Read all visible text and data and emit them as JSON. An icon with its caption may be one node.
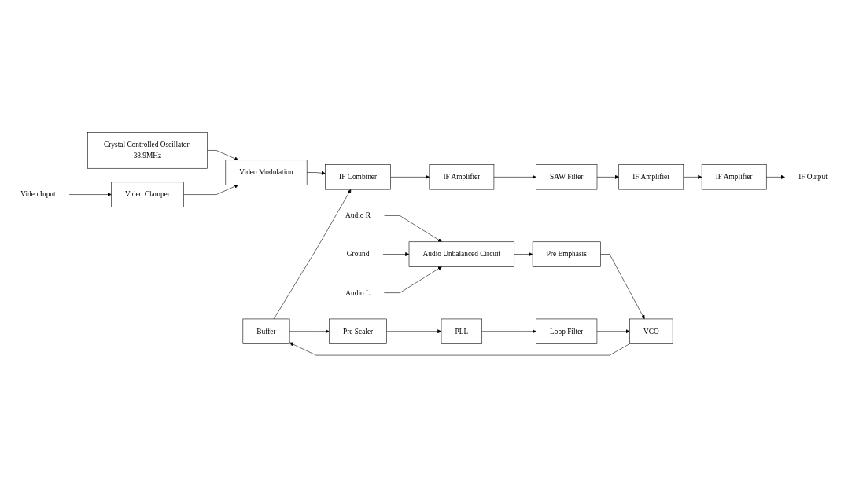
{
  "diagram": {
    "nodes": [
      {
        "text": [
          "Video Input"
        ]
      },
      {
        "text": [
          "Crystal Controlled Oscillator 38.9MHz"
        ]
      },
      {
        "text": [
          "Video Clamper"
        ]
      },
      {
        "text": [
          "Video Modulation"
        ]
      },
      {
        "text": [
          "IF Combiner"
        ]
      },
      {
        "text": [
          "IF Amplifier"
        ]
      },
      {
        "text": [
          "Buffer"
        ]
      },
      {
        "text": [
          "Audio R"
        ]
      },
      {
        "text": [
          "Ground"
        ]
      },
      {
        "text": [
          "Audio L"
        ]
      },
      {
        "text": [
          "Audio Unbalanced Circuit"
        ]
      },
      {
        "text": [
          "Pre Emphasis"
        ]
      },
      {
        "text": [
          "VCO"
        ]
      },
      {
        "text": [
          "Pre Scaler"
        ]
      },
      {
        "text": [
          "Loop Filter"
        ]
      },
      {
        "text": [
          "PLL"
        ]
      },
      {
        "text": [
          "IF Output"
        ]
      },
      {
        "text": [
          "IF Amplifier"
        ]
      },
      {
        "text": [
          "IF Amplifier"
        ]
      },
      {
        "text": [
          "SAW Filter"
        ]
      }
    ],
    "edges": [
      {
        "from": 0,
        "to": 2,
        "arrow": "to"
      },
      {
        "from": 1,
        "to": 3,
        "arrow": "to"
      },
      {
        "from": 2,
        "to": 3,
        "arrow": "to"
      },
      {
        "from": 3,
        "to": 4,
        "arrow": "to"
      },
      {
        "from": 4,
        "to": 5,
        "arrow": "to"
      },
      {
        "from": 6,
        "to": 4,
        "arrow": "to"
      },
      {
        "from": 5,
        "to": 19,
        "arrow": "to"
      },
      {
        "from": 7,
        "to": 10,
        "arrow": "to"
      },
      {
        "from": 8,
        "to": 10,
        "arrow": "to"
      },
      {
        "from": 9,
        "to": 10,
        "arrow": "to"
      },
      {
        "from": 10,
        "to": 11,
        "arrow": "to"
      },
      {
        "from": 11,
        "to": 12,
        "arrow": "to"
      },
      {
        "from": 12,
        "to": 6,
        "arrow": "to"
      },
      {
        "from": 6,
        "to": 13,
        "arrow": "to"
      },
      {
        "from": 13,
        "to": 15,
        "arrow": "to"
      },
      {
        "from": 15,
        "to": 14,
        "arrow": "to"
      },
      {
        "from": 14,
        "to": 12,
        "arrow": "to"
      },
      {
        "from": 19,
        "to": 18,
        "arrow": "to"
      },
      {
        "from": 18,
        "to": 17,
        "arrow": "to"
      },
      {
        "from": 17,
        "to": 16,
        "arrow": "to"
      }
    ]
  }
}
